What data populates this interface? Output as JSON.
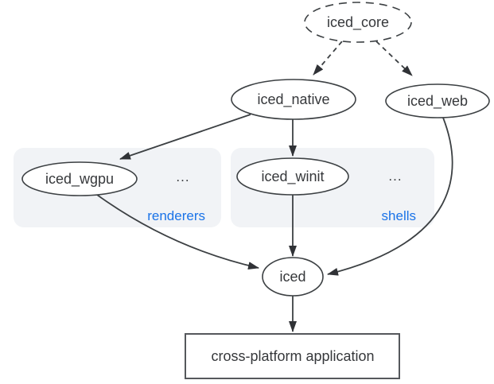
{
  "diagram": {
    "colors": {
      "background": "#ffffff",
      "node_stroke": "#3c4043",
      "text": "#36383b",
      "group_background": "#f1f3f6",
      "group_label_blue": "#1a73e8",
      "app_box_border": "#55585c"
    },
    "nodes": {
      "iced_core": {
        "label": "iced_core",
        "shape": "ellipse-dashed"
      },
      "iced_native": {
        "label": "iced_native",
        "shape": "ellipse"
      },
      "iced_web": {
        "label": "iced_web",
        "shape": "ellipse"
      },
      "iced_wgpu": {
        "label": "iced_wgpu",
        "shape": "ellipse"
      },
      "iced_winit": {
        "label": "iced_winit",
        "shape": "ellipse"
      },
      "iced": {
        "label": "iced",
        "shape": "ellipse"
      },
      "app": {
        "label": "cross-platform application",
        "shape": "rectangle"
      }
    },
    "groups": {
      "renderers": {
        "label": "renderers",
        "ellipsis": "...",
        "contains": [
          "iced_wgpu"
        ]
      },
      "shells": {
        "label": "shells",
        "ellipsis": "...",
        "contains": [
          "iced_winit"
        ]
      }
    },
    "edges": [
      {
        "from": "iced_core",
        "to": "iced_native",
        "style": "dashed"
      },
      {
        "from": "iced_core",
        "to": "iced_web",
        "style": "dashed"
      },
      {
        "from": "iced_native",
        "to": "iced_wgpu",
        "style": "solid"
      },
      {
        "from": "iced_native",
        "to": "iced_winit",
        "style": "solid"
      },
      {
        "from": "iced_wgpu",
        "to": "iced",
        "style": "solid"
      },
      {
        "from": "iced_winit",
        "to": "iced",
        "style": "solid"
      },
      {
        "from": "iced_web",
        "to": "iced",
        "style": "solid"
      },
      {
        "from": "iced",
        "to": "app",
        "style": "solid"
      }
    ]
  }
}
